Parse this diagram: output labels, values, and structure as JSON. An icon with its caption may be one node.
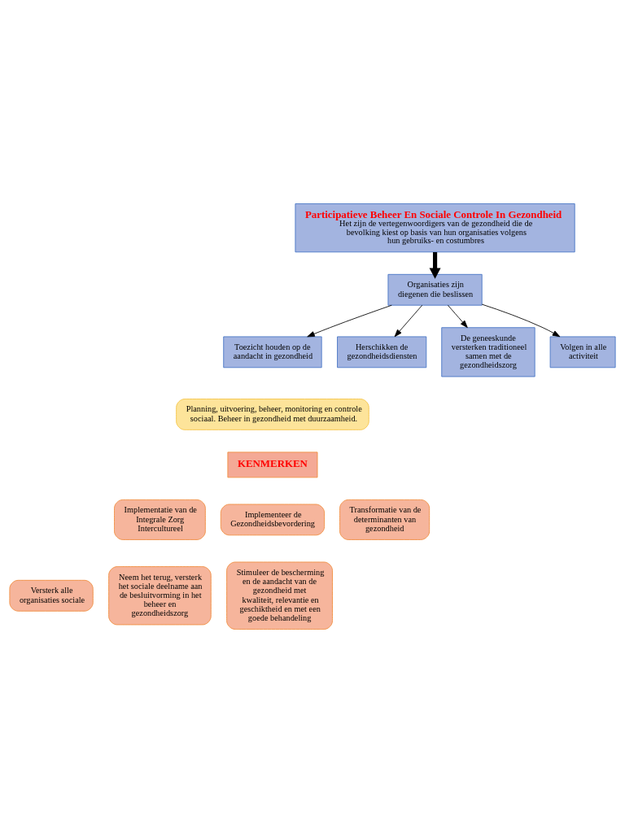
{
  "diagram": {
    "nodes": [
      {
        "text": [
          "Participatieve Beheer En Sociale Controle In Gezondheid",
          "Het zijn de vertegenwoordigers van de gezondheid die de bevolking kiest op basis van hun organisaties volgens hun gebruiks- en costumbres"
        ]
      },
      {
        "text": [
          "Organisaties zijn diegenen die beslissen"
        ]
      },
      {
        "text": [
          "Toezicht houden op de aandacht in gezondheid"
        ]
      },
      {
        "text": [
          "Herschikken de gezondheidsdiensten"
        ]
      },
      {
        "text": [
          "De geneeskunde versterken traditioneel samen met de gezondheidszorg"
        ]
      },
      {
        "text": [
          "Volgen in alle activiteit"
        ]
      },
      {
        "text": [
          "Planning, uitvoering, beheer, monitoring en controle sociaal. Beheer in gezondheid met duurzaamheid."
        ]
      },
      {
        "text": [
          "KENMERKEN"
        ]
      },
      {
        "text": [
          "Implementatie van de Integrale Zorg Intercultureel"
        ]
      },
      {
        "text": [
          "Implementeer de Gezondheidsbevordering"
        ]
      },
      {
        "text": [
          "Transformatie van de determinanten van gezondheid"
        ]
      },
      {
        "text": [
          "Versterk alle organisaties sociale"
        ]
      },
      {
        "text": [
          "Neem het terug, versterk het sociale deelname aan de besluitvorming in het beheer en gezondheidszorg"
        ]
      },
      {
        "text": [
          "Stimuleer de bescherming en de aandacht van de gezondheid met kwaliteit, relevantie en geschiktheid en met een goede behandeling"
        ]
      }
    ],
    "edges": [
      {
        "from": 0,
        "to": 1,
        "arrow": "to",
        "style": "thick"
      },
      {
        "from": 1,
        "to": 2,
        "arrow": "to"
      },
      {
        "from": 1,
        "to": 3,
        "arrow": "to"
      },
      {
        "from": 1,
        "to": 4,
        "arrow": "to"
      },
      {
        "from": 1,
        "to": 5,
        "arrow": "to"
      }
    ]
  }
}
